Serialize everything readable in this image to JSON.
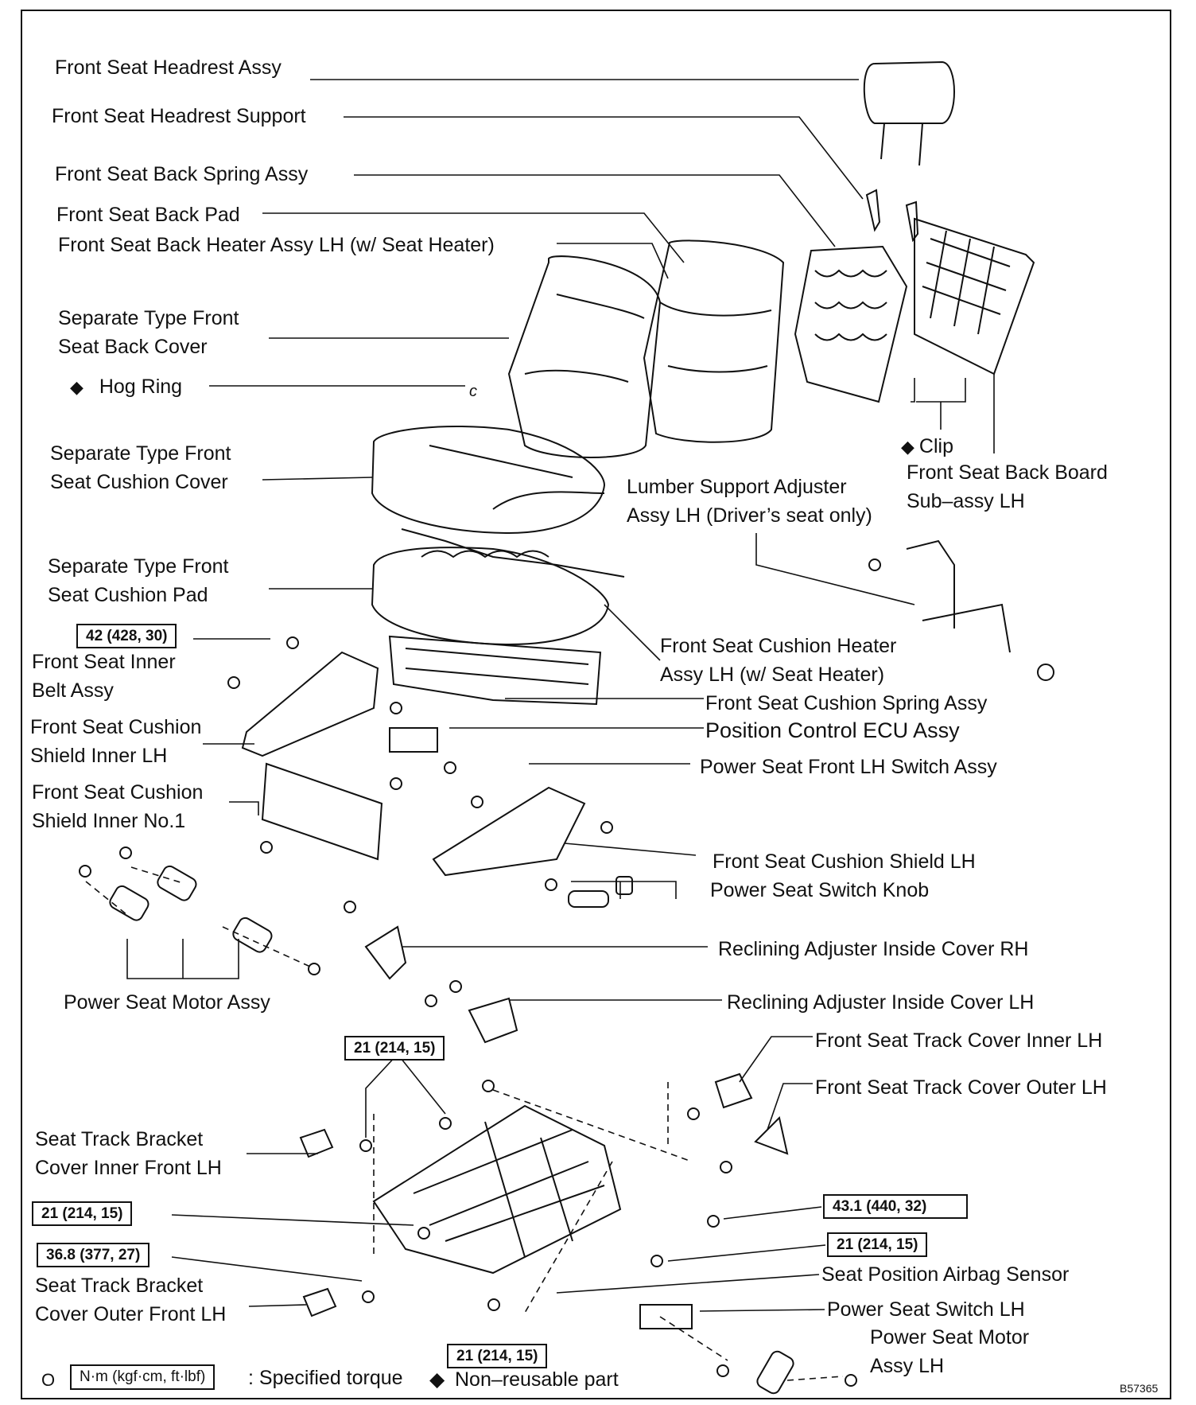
{
  "labels": {
    "headrest_assy": "Front Seat Headrest Assy",
    "headrest_support": "Front Seat Headrest Support",
    "back_spring_assy": "Front Seat Back Spring Assy",
    "back_pad": "Front Seat Back Pad",
    "back_heater": "Front Seat Back Heater Assy LH (w/ Seat Heater)",
    "back_cover_1": "Separate Type Front",
    "back_cover_2": "Seat Back Cover",
    "hog_ring": "Hog Ring",
    "hog_ring_mark": "c",
    "cushion_cover_1": "Separate Type Front",
    "cushion_cover_2": "Seat Cushion Cover",
    "cushion_pad_1": "Separate Type Front",
    "cushion_pad_2": "Seat Cushion Pad",
    "clip": "Clip",
    "back_board_1": "Front Seat Back Board",
    "back_board_2": "Sub–assy LH",
    "lumber_1": "Lumber Support Adjuster",
    "lumber_2": "Assy LH (Driver’s seat only)",
    "inner_belt_1": "Front Seat Inner",
    "inner_belt_2": "Belt Assy",
    "cushion_heater_1": "Front Seat Cushion Heater",
    "cushion_heater_2": "Assy LH (w/ Seat Heater)",
    "cushion_spring": "Front Seat Cushion Spring Assy",
    "position_ecu": "Position Control ECU Assy",
    "shield_inner_lh_1": "Front Seat Cushion",
    "shield_inner_lh_2": "Shield Inner LH",
    "switch_front_lh": "Power Seat Front LH Switch Assy",
    "shield_inner_no1_1": "Front Seat Cushion",
    "shield_inner_no1_2": "Shield Inner No.1",
    "shield_lh": "Front Seat Cushion Shield LH",
    "switch_knob": "Power Seat Switch Knob",
    "recl_rh": "Reclining Adjuster Inside Cover RH",
    "motor_assy": "Power Seat Motor Assy",
    "recl_lh": "Reclining Adjuster Inside Cover LH",
    "track_inner": "Front Seat Track Cover Inner LH",
    "track_outer": "Front Seat Track Cover Outer LH",
    "bracket_inner_1": "Seat Track Bracket",
    "bracket_inner_2": "Cover Inner Front LH",
    "bracket_outer_1": "Seat Track Bracket",
    "bracket_outer_2": "Cover Outer Front LH",
    "airbag_sensor": "Seat Position Airbag Sensor",
    "switch_lh": "Power Seat Switch LH",
    "motor_lh_1": "Power Seat Motor",
    "motor_lh_2": "Assy LH"
  },
  "torque_specs": {
    "belt": "42 (428, 30)",
    "track_top": "21 (214, 15)",
    "track_left": "21 (214, 15)",
    "track_left_lower": "36.8 (377, 27)",
    "track_right_a": "43.1 (440, 32)",
    "track_right_b": "21 (214, 15)",
    "track_bottom": "21 (214, 15)"
  },
  "legend": {
    "circle_mark": "O",
    "unit_box": "N·m (kgf·cm, ft·lbf)",
    "torque_text": ": Specified torque",
    "diamond": "◆",
    "nonreusable_text": "Non–reusable part"
  },
  "figure_id": "B57365",
  "colors": {
    "ink": "#111111",
    "paper": "#ffffff"
  }
}
